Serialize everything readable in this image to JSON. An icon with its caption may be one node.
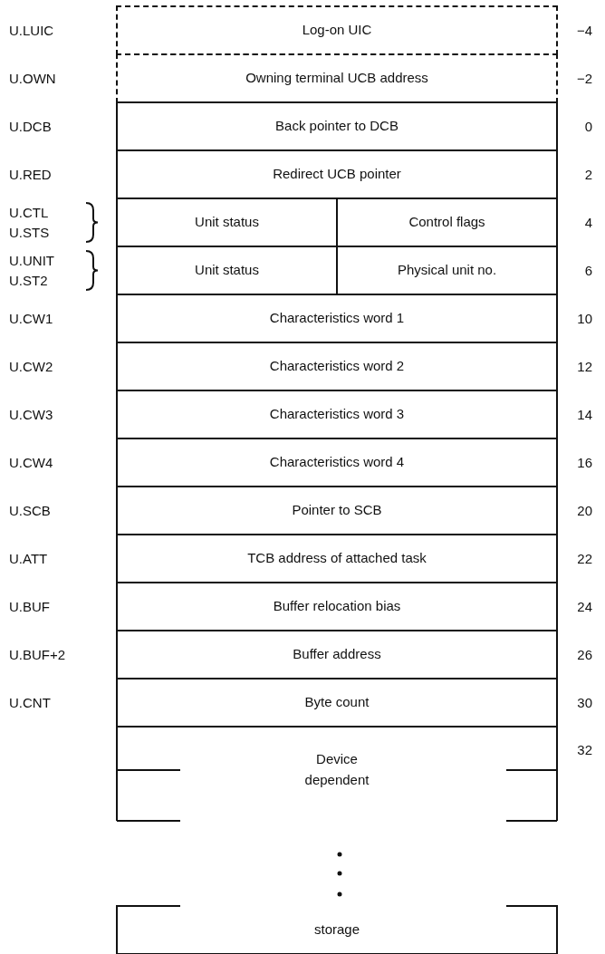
{
  "diagram": {
    "nodes": [
      {
        "text": [
          "Log-on UIC"
        ]
      },
      {
        "text": [
          "Owning terminal UCB address"
        ]
      },
      {
        "text": [
          "Back pointer to DCB"
        ]
      },
      {
        "text": [
          "Redirect UCB pointer"
        ]
      },
      {
        "text": [
          "Unit status"
        ]
      },
      {
        "text": [
          "Control flags"
        ]
      },
      {
        "text": [
          "Unit status"
        ]
      },
      {
        "text": [
          "Physical unit no."
        ]
      },
      {
        "text": [
          "Characteristics word 1"
        ]
      },
      {
        "text": [
          "Characteristics word 2"
        ]
      },
      {
        "text": [
          "Characteristics word 3"
        ]
      },
      {
        "text": [
          "Characteristics word 4"
        ]
      },
      {
        "text": [
          "Pointer to SCB"
        ]
      },
      {
        "text": [
          "TCB address of attached task"
        ]
      },
      {
        "text": [
          "Buffer relocation bias"
        ]
      },
      {
        "text": [
          "Buffer address"
        ]
      },
      {
        "text": [
          "Byte count"
        ]
      },
      {
        "text": [
          "Device dependent"
        ]
      },
      {
        "text": [
          "storage"
        ]
      }
    ],
    "edges": [],
    "labels": [
      "U.LUIC",
      "−4",
      "U.OWN",
      "−2",
      "U.DCB",
      "0",
      "U.RED",
      "2",
      "U.CTL",
      "U.STS",
      "4",
      "U.UNIT",
      "U.ST2",
      "6",
      "U.CW1",
      "10",
      "U.CW2",
      "12",
      "U.CW3",
      "14",
      "U.CW4",
      "16",
      "U.SCB",
      "20",
      "U.ATT",
      "22",
      "U.BUF",
      "24",
      "U.BUF+2",
      "26",
      "U.CNT",
      "30",
      "32"
    ]
  }
}
